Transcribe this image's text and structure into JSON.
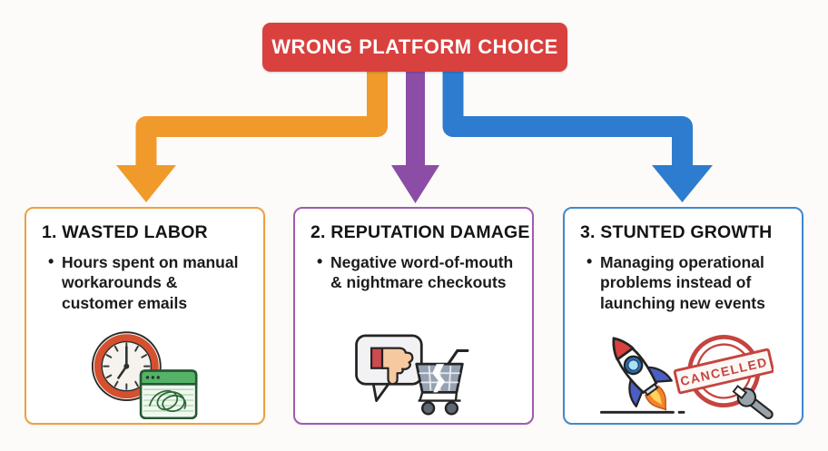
{
  "title_banner": {
    "label": "WRONG PLATFORM CHOICE"
  },
  "colors": {
    "background": "#fcfbf9",
    "text": "#1a1a1a",
    "red": "#d8413e",
    "orange": "#f09a2c",
    "purple": "#8c4da6",
    "blue": "#2e7ccf",
    "box1-border": "#eda13f",
    "box2-border": "#a05bb0",
    "box3-border": "#4089ce",
    "stamp-red": "#c23b35"
  },
  "arrows": [
    {
      "name": "arrow-to-wasted-labor",
      "color": "#f09a2c"
    },
    {
      "name": "arrow-to-reputation-damage",
      "color": "#8c4da6"
    },
    {
      "name": "arrow-to-stunted-growth",
      "color": "#2e7ccf"
    }
  ],
  "boxes": [
    {
      "heading": "1. WASTED LABOR",
      "bullets": [
        "Hours spent on manual workarounds & customer emails"
      ],
      "icon": "clock-and-scribbled-calendar",
      "accent": "#eda13f"
    },
    {
      "heading": "2. REPUTATION DAMAGE",
      "bullets": [
        "Negative word-of-mouth & nightmare checkouts"
      ],
      "icon": "thumbs-down-bubble-and-broken-cart",
      "accent": "#a05bb0"
    },
    {
      "heading": "3. STUNTED GROWTH",
      "bullets": [
        "Managing operational problems instead of launching new events"
      ],
      "icon": "cancelled-rocket-launch-and-wrench",
      "accent": "#4089ce",
      "stamp_text": "CANCELLED"
    }
  ]
}
